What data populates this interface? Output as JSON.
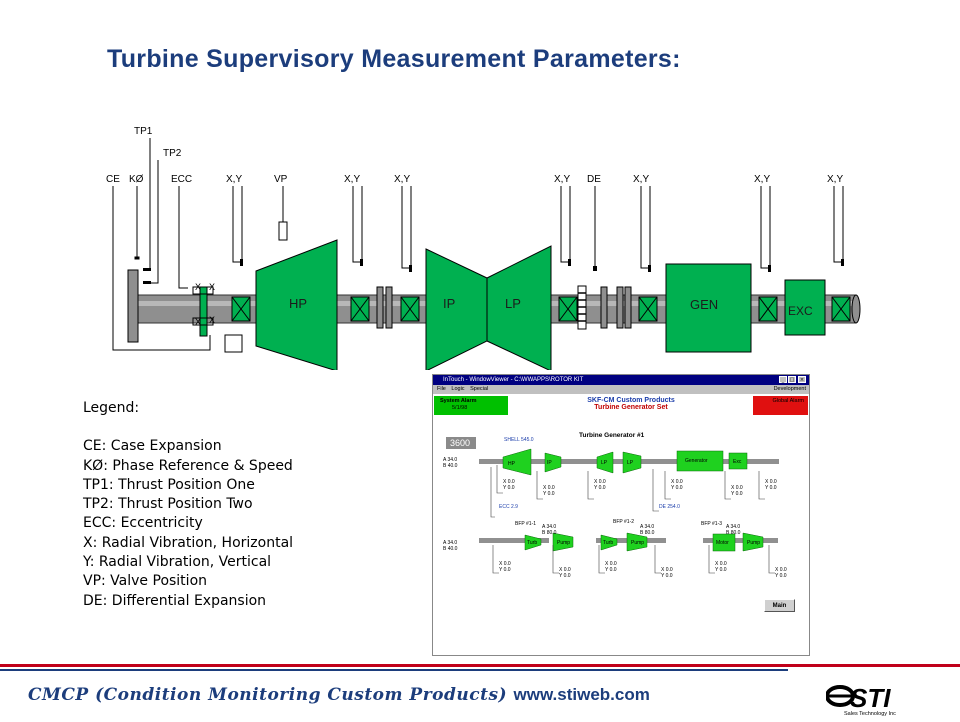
{
  "title": "Turbine Supervisory Measurement Parameters:",
  "sensor_labels": [
    {
      "id": "tp1",
      "text": "TP1"
    },
    {
      "id": "tp2",
      "text": "TP2"
    },
    {
      "id": "ce",
      "text": "CE"
    },
    {
      "id": "ko",
      "text": "KØ"
    },
    {
      "id": "ecc",
      "text": "ECC"
    },
    {
      "id": "xy1",
      "text": "X,Y"
    },
    {
      "id": "vp",
      "text": "VP"
    },
    {
      "id": "xy2",
      "text": "X,Y"
    },
    {
      "id": "xy3",
      "text": "X,Y"
    },
    {
      "id": "xy4",
      "text": "X,Y"
    },
    {
      "id": "de",
      "text": "DE"
    },
    {
      "id": "xy5",
      "text": "X,Y"
    },
    {
      "id": "xy6",
      "text": "X,Y"
    },
    {
      "id": "xy7",
      "text": "X,Y"
    }
  ],
  "sensor_small_x": "X",
  "machines": {
    "hp": "HP",
    "ip": "IP",
    "lp": "LP",
    "gen": "GEN",
    "exc": "EXC"
  },
  "legend": {
    "heading": "Legend:",
    "items": [
      "CE: Case Expansion",
      "KØ: Phase Reference & Speed",
      "TP1: Thrust Position One",
      "TP2: Thrust Position Two",
      "ECC: Eccentricity",
      "X: Radial Vibration, Horizontal",
      "Y: Radial Vibration, Vertical",
      "VP: Valve Position",
      "DE: Differential Expansion"
    ]
  },
  "screenshot": {
    "window_title": "InTouch - WindowViewer - C:\\WWAPPS\\ROTOR KIT",
    "menu": [
      "File",
      "Logic",
      "Special"
    ],
    "menu_right": "Development",
    "alarm_left_title": "System Alarm",
    "alarm_left_date": "5/1/98",
    "center_line1": "SKF-CM Custom Products",
    "center_line2": "Turbine Generator Set",
    "alarm_right_title": "Global Alarm",
    "speed": "3600",
    "main_title": "Turbine Generator #1",
    "shell": "SHELL  545.0",
    "ecc": "ECC  2.9",
    "de": "DE  254.0",
    "ab_a": "A  34.0",
    "ab_b": "B  40.0",
    "xv": "X  0.0",
    "yv": "Y  0.0",
    "bfp1": "BFP #1-1",
    "bfp2": "BFP #1-2",
    "bfp3": "BFP #1-3",
    "bfp_a": "A  34.0",
    "bfp_b": "B  80.0",
    "machines": [
      "HP",
      "IP",
      "LP",
      "LP",
      "Generator",
      "Exc"
    ],
    "pump_labels": [
      "Turb",
      "Pump",
      "Turb",
      "Pump",
      "Motor",
      "Pump"
    ],
    "main_button": "Main"
  },
  "footer": {
    "text": "CMCP (Condition Monitoring Custom Products) ",
    "url": "www.stiweb.com",
    "logo_text": "STI",
    "logo_sub": "Sales Technology Inc"
  }
}
